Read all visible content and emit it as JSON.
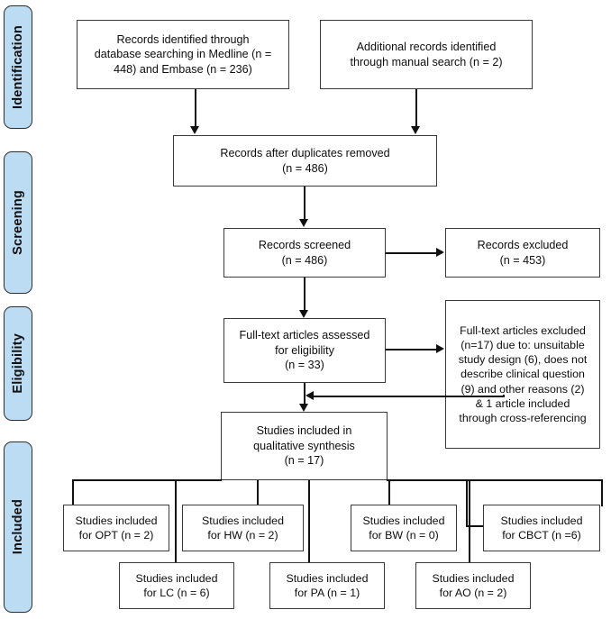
{
  "diagram": {
    "title": "PRISMA flow diagram",
    "type": "flowchart",
    "background_color": "#ffffff",
    "box_border_color": "#3a3a3a",
    "connector_color": "#111111",
    "phase_tab_color": "#bcdcf4"
  },
  "phases": [
    {
      "id": "identification",
      "label": "Identification"
    },
    {
      "id": "screening",
      "label": "Screening"
    },
    {
      "id": "eligibility",
      "label": "Eligibility"
    },
    {
      "id": "included",
      "label": "Included"
    }
  ],
  "nodes": {
    "records_identified": {
      "line1": "Records identified through",
      "line2": "database searching in Medline (n =",
      "line3": "448) and Embase (n = 236)"
    },
    "additional_records": {
      "line1": "Additional records identified",
      "line2": "through manual search (n = 2)"
    },
    "duplicates_removed": {
      "line1": "Records after duplicates removed",
      "line2": "(n = 486)"
    },
    "records_screened": {
      "line1": "Records screened",
      "line2": "(n = 486)"
    },
    "records_excluded": {
      "line1": "Records excluded",
      "line2": "(n = 453)"
    },
    "fulltext_assessed": {
      "line1": "Full-text articles assessed",
      "line2": "for eligibility",
      "line3": "(n = 33)"
    },
    "fulltext_excluded": {
      "line1": "Full-text articles excluded",
      "line2": "(n=17) due to: unsuitable",
      "line3": "study design (6), does not",
      "line4": "describe clinical question",
      "line5": "(9) and other reasons (2)",
      "line6": "& 1 article included",
      "line7": "through cross-referencing"
    },
    "qualitative_synthesis": {
      "line1": "Studies included in",
      "line2": "qualitative synthesis",
      "line3": "(n = 17)"
    },
    "opt": {
      "line1": "Studies included",
      "line2": "for OPT (n = 2)"
    },
    "hw": {
      "line1": "Studies included",
      "line2": "for HW (n = 2)"
    },
    "bw": {
      "line1": "Studies included",
      "line2": "for BW (n = 0)"
    },
    "cbct": {
      "line1": "Studies included",
      "line2": "for CBCT (n =6)"
    },
    "lc": {
      "line1": "Studies included",
      "line2": "for LC (n = 6)"
    },
    "pa": {
      "line1": "Studies included",
      "line2": "for PA (n = 1)"
    },
    "ao": {
      "line1": "Studies included",
      "line2": "for AO (n = 2)"
    }
  },
  "counts": {
    "medline": 448,
    "embase": 236,
    "manual_search": 2,
    "after_duplicates": 486,
    "screened": 486,
    "excluded_records": 453,
    "fulltext_assessed": 33,
    "fulltext_excluded": 17,
    "unsuitable_study_design": 6,
    "not_describe_clinical_question": 9,
    "other_reasons": 2,
    "cross_referenced_included": 1,
    "qualitative_synthesis": 17,
    "opt": 2,
    "hw": 2,
    "bw": 0,
    "cbct": 6,
    "lc": 6,
    "pa": 1,
    "ao": 2
  }
}
